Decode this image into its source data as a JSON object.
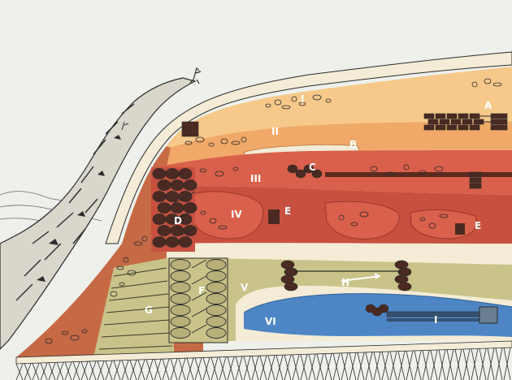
{
  "figure": {
    "layer_labels": [
      {
        "id": "roman-i",
        "text": "I"
      },
      {
        "id": "roman-ii",
        "text": "II"
      },
      {
        "id": "roman-iii",
        "text": "III"
      },
      {
        "id": "roman-iv",
        "text": "IV"
      },
      {
        "id": "roman-v",
        "text": "V"
      },
      {
        "id": "roman-vi",
        "text": "VI"
      }
    ],
    "structure_labels": [
      {
        "id": "letter-a",
        "text": "A"
      },
      {
        "id": "letter-b",
        "text": "B"
      },
      {
        "id": "letter-c",
        "text": "C"
      },
      {
        "id": "letter-d",
        "text": "D"
      },
      {
        "id": "letter-e1",
        "text": "E"
      },
      {
        "id": "letter-e2",
        "text": "E"
      },
      {
        "id": "letter-f",
        "text": "F"
      },
      {
        "id": "letter-g",
        "text": "G"
      },
      {
        "id": "letter-h",
        "text": "H"
      },
      {
        "id": "letter-i",
        "text": "I"
      }
    ],
    "colors": {
      "background": "#eef0ec",
      "layer_i": "#f6c98a",
      "layer_ii": "#f0a968",
      "layer_iii": "#d9604a",
      "layer_iv": "#c8503e",
      "layer_v": "#c9c389",
      "layer_vi": "#4e86c5",
      "slope": "#c66a45",
      "light_band": "#f4ecd6",
      "stone": "#4a2a22",
      "rock_ink": "#2b2b2b"
    }
  }
}
